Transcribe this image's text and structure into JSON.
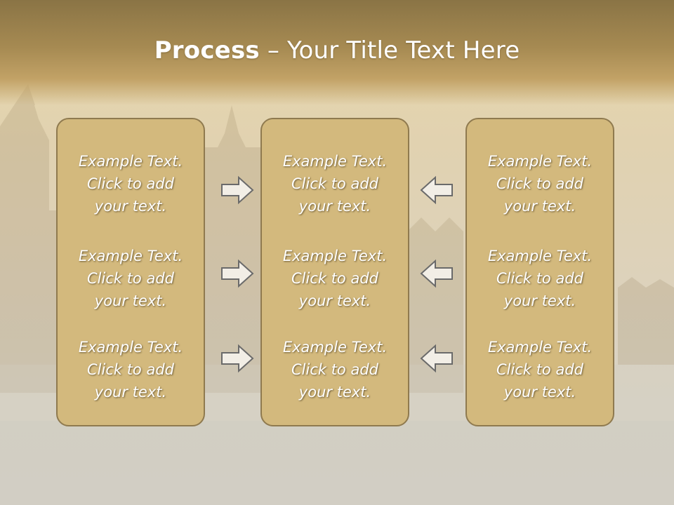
{
  "slide": {
    "title_bold": "Process",
    "title_rest": " – Your Title Text Here"
  },
  "columns": [
    {
      "name": "left",
      "items": [
        {
          "line1": "Example Text.",
          "line2": "Click  to add",
          "line3": "your text."
        },
        {
          "line1": "Example Text.",
          "line2": "Click  to add",
          "line3": "your text."
        },
        {
          "line1": "Example Text.",
          "line2": "Click  to add",
          "line3": "your text."
        }
      ]
    },
    {
      "name": "middle",
      "items": [
        {
          "line1": "Example Text.",
          "line2": "Click  to add",
          "line3": "your text."
        },
        {
          "line1": "Example Text.",
          "line2": "Click  to add",
          "line3": "your text."
        },
        {
          "line1": "Example Text.",
          "line2": "Click  to add",
          "line3": "your text."
        }
      ]
    },
    {
      "name": "right",
      "items": [
        {
          "line1": "Example Text.",
          "line2": "Click  to add",
          "line3": "your text."
        },
        {
          "line1": "Example Text.",
          "line2": "Click  to add",
          "line3": "your text."
        },
        {
          "line1": "Example Text.",
          "line2": "Click  to add",
          "line3": "your text."
        }
      ]
    }
  ],
  "arrows": {
    "left_group": "right-arrow-icon",
    "right_group": "left-arrow-icon"
  },
  "colors": {
    "title_bar": "#a68a52",
    "box_fill": "#d3b97d",
    "box_border": "#8f7a4f",
    "text": "#ffffff"
  }
}
